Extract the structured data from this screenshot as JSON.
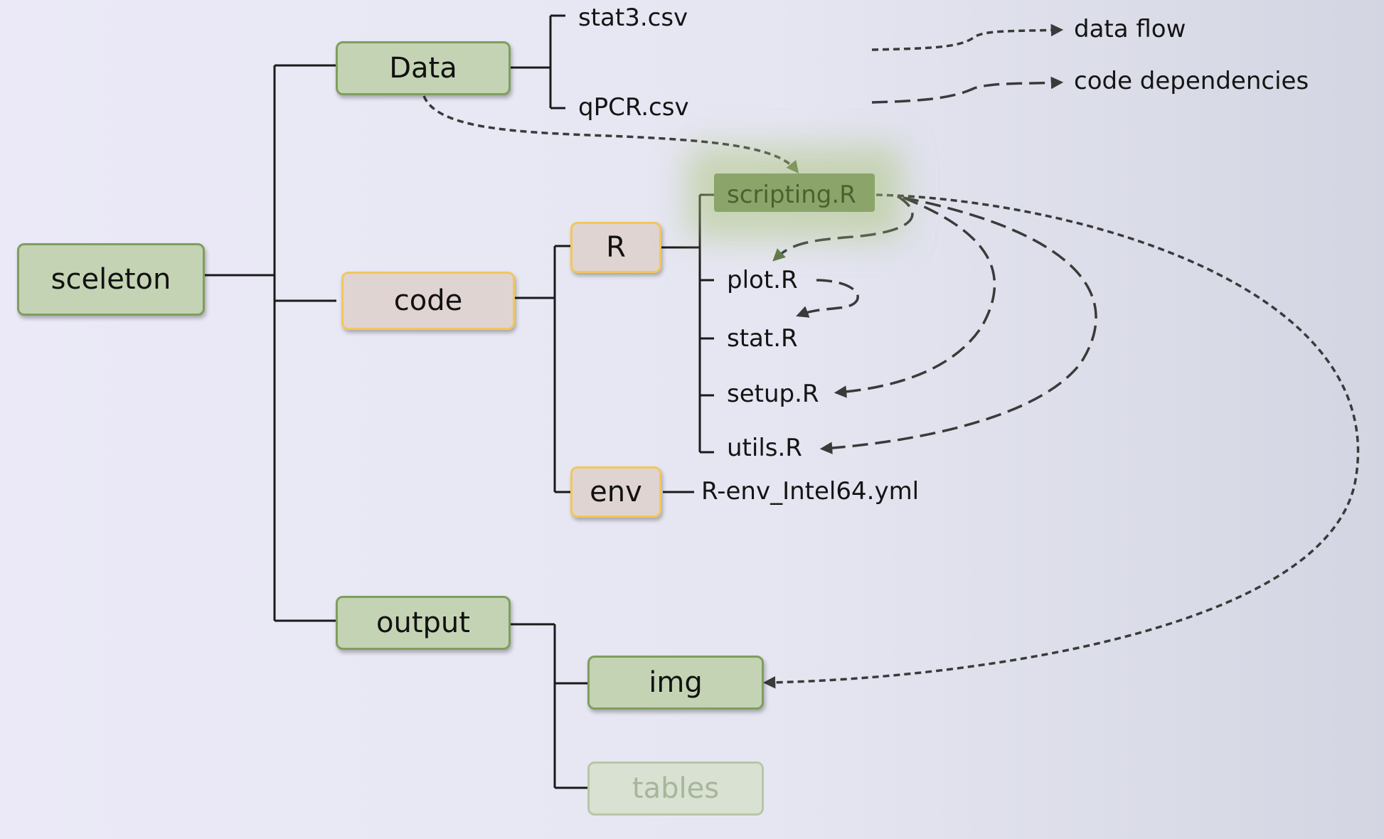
{
  "nodes": {
    "sceleton": "sceleton",
    "data": "Data",
    "code": "code",
    "r": "R",
    "env": "env",
    "output": "output",
    "img": "img",
    "tables": "tables"
  },
  "files": {
    "stat3": "stat3.csv",
    "qpcr": "qPCR.csv",
    "scripting": "scripting.R",
    "plot": "plot.R",
    "stat": "stat.R",
    "setup": "setup.R",
    "utils": "utils.R",
    "env_yml": "R-env_Intel64.yml"
  },
  "legend": {
    "data_flow": "data flow",
    "code_dependencies": "code dependencies"
  },
  "colors": {
    "green_fill": "#c4d3b3",
    "green_border": "#7f9e5e",
    "orange_fill": "#e0d4d3",
    "orange_border": "#f2c75a",
    "arrow": "#3a3a3a"
  }
}
